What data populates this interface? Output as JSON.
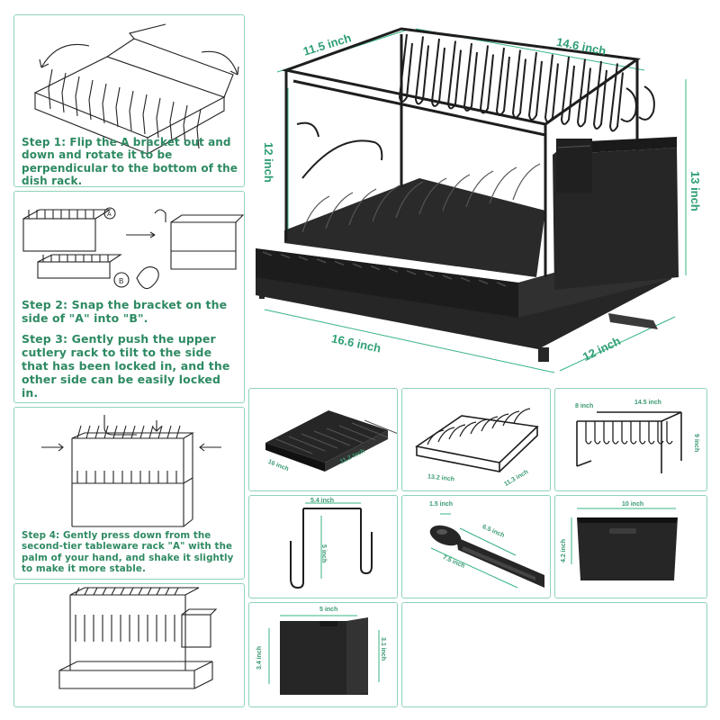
{
  "steps": {
    "step1": "Step 1: Flip the A bracket out and down and rotate it to be perpendicular to the bottom of the dish rack.",
    "step2": "Step 2: Snap the bracket on the side of \"A\" into \"B\".",
    "step3": "Step 3: Gently push the upper cutlery rack to tilt to the side that has been locked in, and the other side can be easily locked in.",
    "step4": "Step 4: Gently press down from the second-tier tableware rack \"A\" with the palm of your hand, and shake it slightly to make it more stable."
  },
  "diagram_labels": {
    "point_a": "A",
    "point_b": "B"
  },
  "main_dimensions": {
    "top_width": "11.5 inch",
    "top_length": "14.6 inch",
    "left_height": "12 inch",
    "right_height": "13 inch",
    "base_length": "16.6 inch",
    "base_depth": "12 inch"
  },
  "parts": {
    "drip_tray": {
      "depth": "16 inch",
      "length": "11.2 inch"
    },
    "lower_rack": {
      "length": "13.2 inch",
      "depth": "11.3 inch"
    },
    "upper_rack": {
      "depth": "8 inch",
      "length": "14.5 inch",
      "height": "9 inch"
    },
    "side_bracket": {
      "width": "5.4 inch",
      "height": "5 inch"
    },
    "spout": {
      "tip": "1.5 inch",
      "length": "6.5 inch",
      "total": "7.5 inch"
    },
    "utensil_holder": {
      "width": "10 inch",
      "height": "4.2 inch"
    },
    "knife_block": {
      "width": "5 inch",
      "height_left": "3.4 inch",
      "height_right": "3.1 inch"
    }
  },
  "colors": {
    "accent_green": "#2e8a62",
    "border_green": "#8fd3b8",
    "product_black": "#262626"
  }
}
